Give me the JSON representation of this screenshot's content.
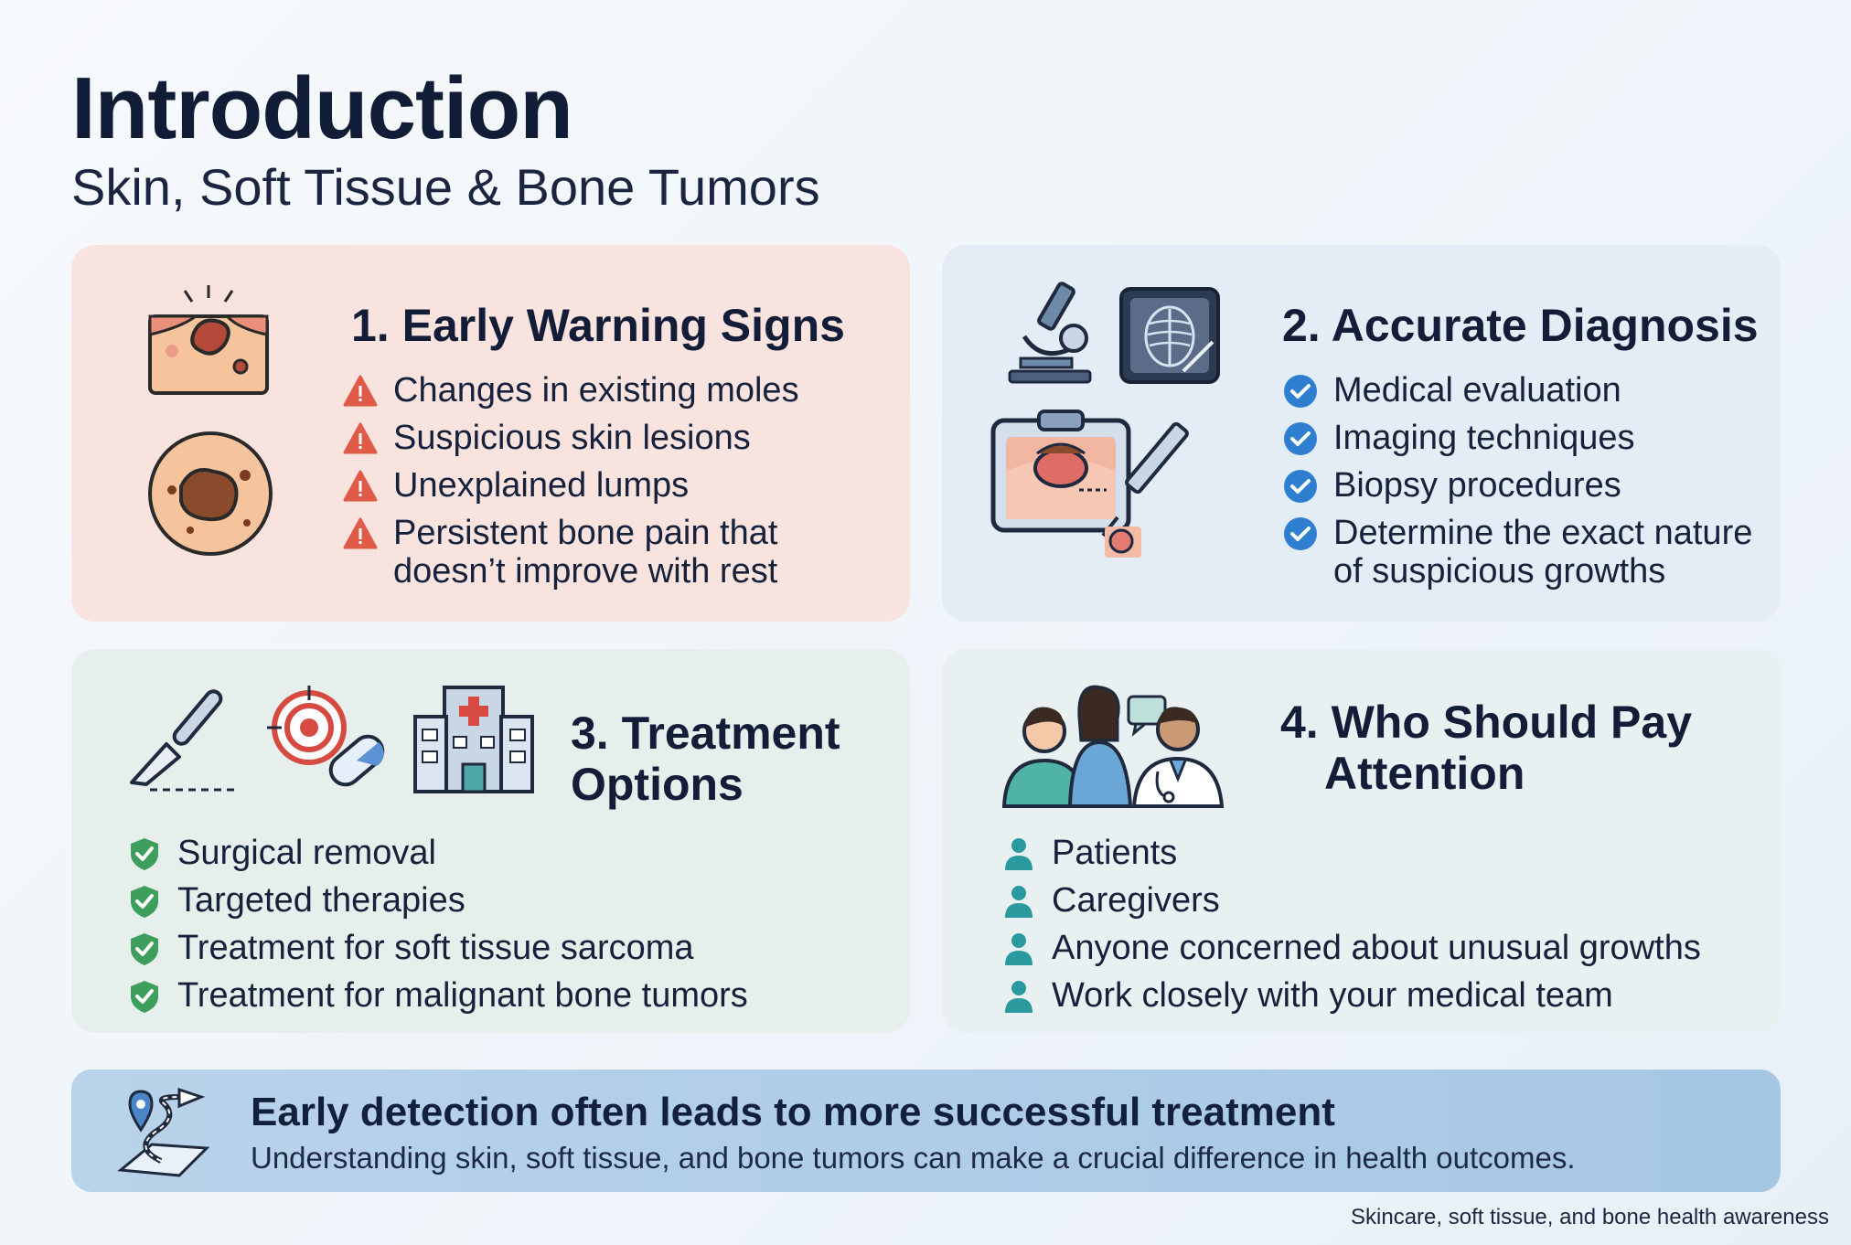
{
  "header": {
    "title": "Introduction",
    "subtitle": "Skin, Soft Tissue & Bone Tumors"
  },
  "cards": [
    {
      "title": "1. Early Warning Signs",
      "bullet_icon": "warning-triangle-icon",
      "bullet_color": "#e05a48",
      "items": [
        "Changes in existing moles",
        "Suspicious skin lesions",
        "Unexplained lumps",
        "Persistent bone pain that doesn’t improve with rest"
      ]
    },
    {
      "title": "2. Accurate Diagnosis",
      "bullet_icon": "check-circle-icon",
      "bullet_color": "#2f7fd0",
      "items": [
        "Medical evaluation",
        "Imaging techniques",
        "Biopsy procedures",
        "Determine the exact nature of suspicious growths"
      ]
    },
    {
      "title_line1": "3. Treatment",
      "title_line2": "Options",
      "bullet_icon": "shield-check-icon",
      "bullet_color": "#3e9e5c",
      "items": [
        "Surgical removal",
        "Targeted therapies",
        "Treatment for soft tissue sarcoma",
        "Treatment for malignant bone tumors"
      ]
    },
    {
      "title_line1": "4. Who Should Pay",
      "title_line2": "Attention",
      "bullet_icon": "person-icon",
      "bullet_color": "#2a9a9e",
      "items": [
        "Patients",
        "Caregivers",
        "Anyone concerned about unusual growths",
        "Work closely with your medical team"
      ]
    }
  ],
  "banner": {
    "headline": "Early detection often leads to more successful treatment",
    "text": "Understanding skin, soft tissue, and bone tumors can make a crucial difference in health outcomes."
  },
  "footer": "Skincare, soft tissue, and bone health awareness",
  "colors": {
    "card1_bg": "#f8e3df",
    "card2_bg": "#e4ecf5",
    "card3_bg": "#e6efec",
    "card4_bg": "#e9f0f2",
    "banner_bg": "#a6c7e4",
    "title": "#111c36"
  }
}
